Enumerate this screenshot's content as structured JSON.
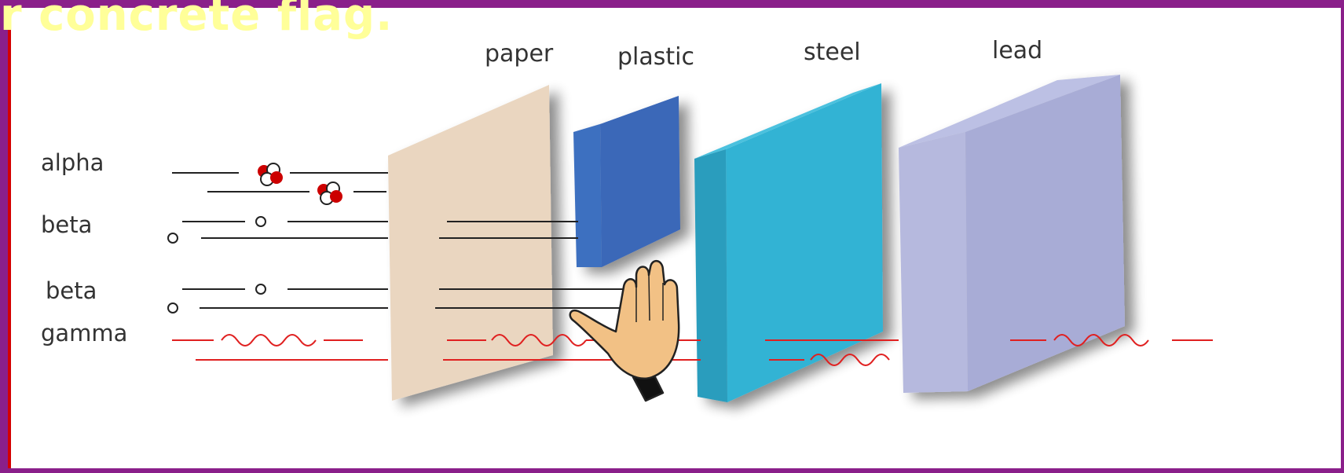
{
  "slide": {
    "title_fragment": "r concrete flag.",
    "title_color": "#ffff99"
  },
  "materials": [
    {
      "label": "paper",
      "color": "#ead6c0"
    },
    {
      "label": "plastic",
      "color": "#3e6fc0"
    },
    {
      "label": "steel",
      "color": "#33b3d4"
    },
    {
      "label": "lead",
      "color": "#a8acd6"
    }
  ],
  "radiation_types": [
    {
      "label": "alpha",
      "stopped_by": "paper"
    },
    {
      "label": "beta",
      "stopped_by": "plastic"
    },
    {
      "label": "beta",
      "stopped_by": "hand"
    },
    {
      "label": "gamma",
      "stopped_by": "none",
      "color": "#e02020"
    }
  ],
  "icons": [
    "alpha-particle-icon",
    "beta-particle-icon",
    "hand-icon",
    "gamma-wave-icon"
  ]
}
